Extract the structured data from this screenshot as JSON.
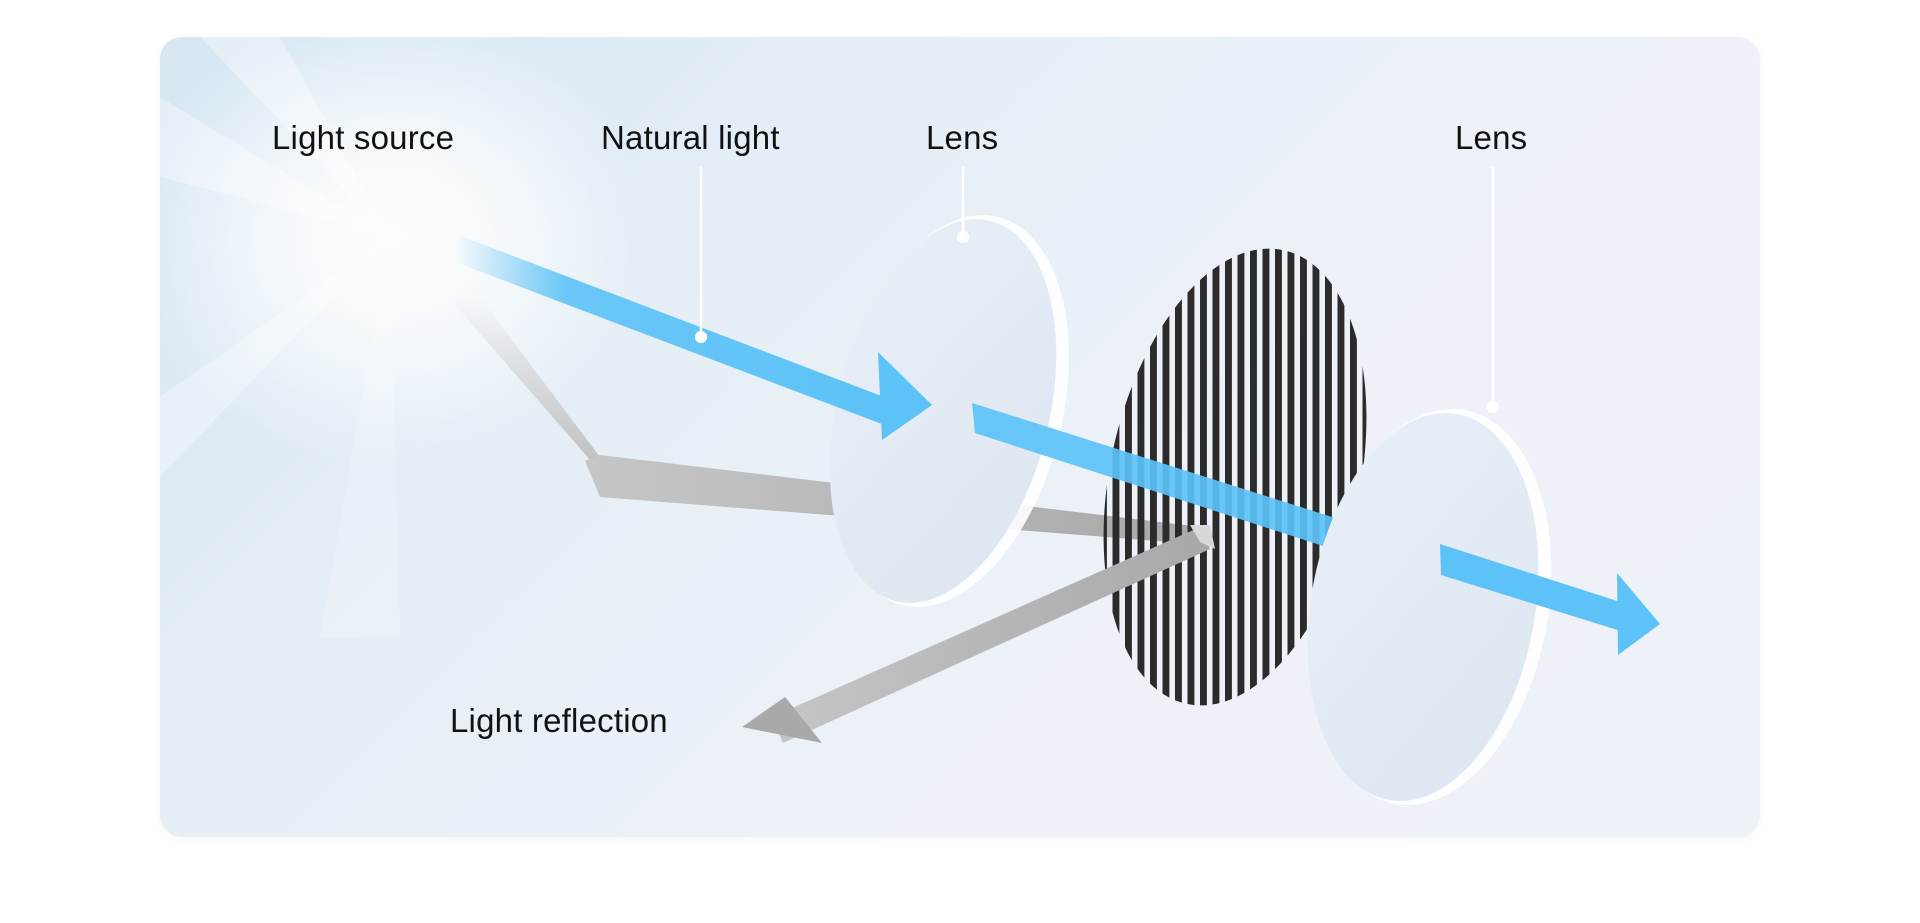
{
  "diagram": {
    "labels": {
      "light_source": "Light source",
      "natural_light": "Natural light",
      "lens_front": "Lens",
      "lens_back": "Lens",
      "light_reflection": "Light reflection"
    },
    "colors": {
      "light_beam": "#5cc2f7",
      "reflection_beam": "#b5b5b5",
      "polarizer_stripe": "#2b2b2b",
      "lens_fill": "#e3ebf4",
      "lens_edge": "#ffffff",
      "background": "#e6eff6"
    },
    "polarizer_stripe_count": 22
  }
}
